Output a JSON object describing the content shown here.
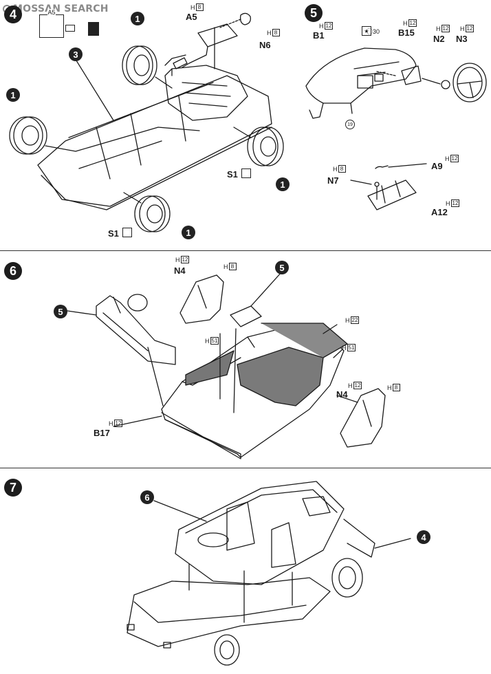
{
  "watermark": {
    "text": "MOSSAN SEARCH"
  },
  "steps": [
    {
      "number": "4"
    },
    {
      "number": "5"
    },
    {
      "number": "6"
    },
    {
      "number": "7"
    }
  ],
  "step4": {
    "decal": {
      "label": "A5"
    },
    "part_a5": {
      "label": "A5",
      "sprue": "H",
      "sprue_num": "8"
    },
    "part_n6": {
      "label": "N6",
      "sprue": "H",
      "sprue_num": "8"
    },
    "part_s1_top": {
      "label": "S1"
    },
    "part_s1_bottom": {
      "label": "S1"
    },
    "circled": [
      "1",
      "3",
      "1",
      "1",
      "1"
    ]
  },
  "step5": {
    "b1": {
      "label": "B1",
      "sprue": "H",
      "sprue_num": "12"
    },
    "b15": {
      "label": "B15",
      "sprue": "H",
      "sprue_num": "12"
    },
    "n2": {
      "label": "N2",
      "sprue": "H",
      "sprue_num": "12"
    },
    "n3": {
      "label": "N3",
      "sprue": "H",
      "sprue_num": "12"
    },
    "decal_30": {
      "label": "30"
    },
    "decal_19": {
      "label": "19"
    },
    "a9": {
      "label": "A9",
      "sprue": "H",
      "sprue_num": "12"
    },
    "n7": {
      "label": "N7",
      "sprue": "H",
      "sprue_num": "8"
    },
    "a12": {
      "label": "A12",
      "sprue": "H",
      "sprue_num": "12"
    }
  },
  "step6": {
    "n4_top": {
      "label": "N4",
      "sprue": "H",
      "sprue_num": "12",
      "sprue2_num": "8"
    },
    "five_a": {
      "label": "5"
    },
    "five_b": {
      "label": "5"
    },
    "h22": {
      "sprue": "H",
      "sprue_num": "22"
    },
    "h51_left": {
      "sprue": "H",
      "sprue_num": "51"
    },
    "h51_right": {
      "sprue": "H",
      "sprue_num": "51"
    },
    "n4_right": {
      "label": "N4",
      "sprue": "H",
      "sprue_num": "12",
      "sprue2_num": "8"
    },
    "b17": {
      "label": "B17",
      "sprue": "H",
      "sprue_num": "12"
    }
  },
  "step7": {
    "six": {
      "label": "6"
    },
    "four": {
      "label": "4"
    }
  },
  "colors": {
    "ink": "#1a1a1a",
    "paper": "#ffffff",
    "watermark": "#8a8a8a"
  }
}
